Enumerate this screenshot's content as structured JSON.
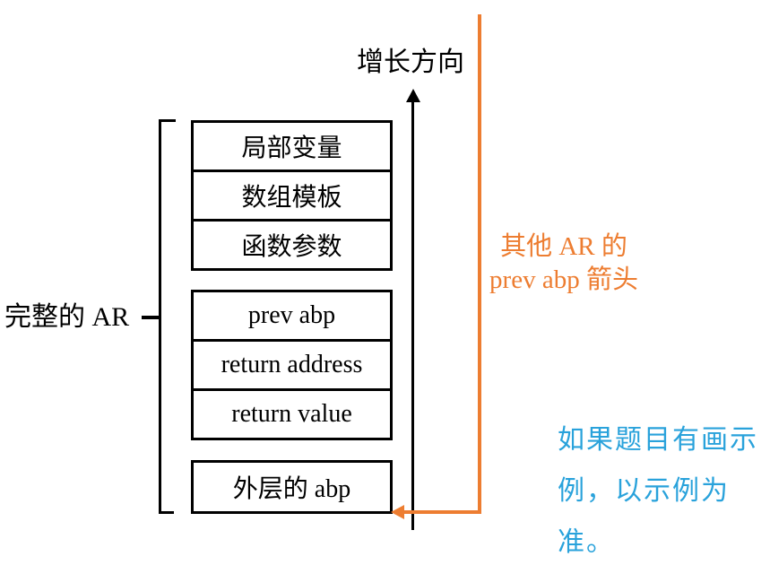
{
  "diagram": {
    "growth_label": "增长方向",
    "ar_label": "完整的 AR",
    "stack_groups": [
      {
        "cells": [
          "局部变量",
          "数组模板",
          "函数参数"
        ]
      },
      {
        "cells": [
          "prev abp",
          "return address",
          "return value"
        ]
      },
      {
        "cells": [
          "外层的 abp"
        ]
      }
    ],
    "orange_note": {
      "lines": [
        "其他 AR 的",
        "prev abp 箭头"
      ]
    },
    "blue_note": {
      "lines": [
        "如果题目有画示",
        "例，以示例为",
        "准。"
      ]
    },
    "colors": {
      "orange": "#ED7D31",
      "blue": "#29A2DB",
      "black": "#000000"
    }
  }
}
